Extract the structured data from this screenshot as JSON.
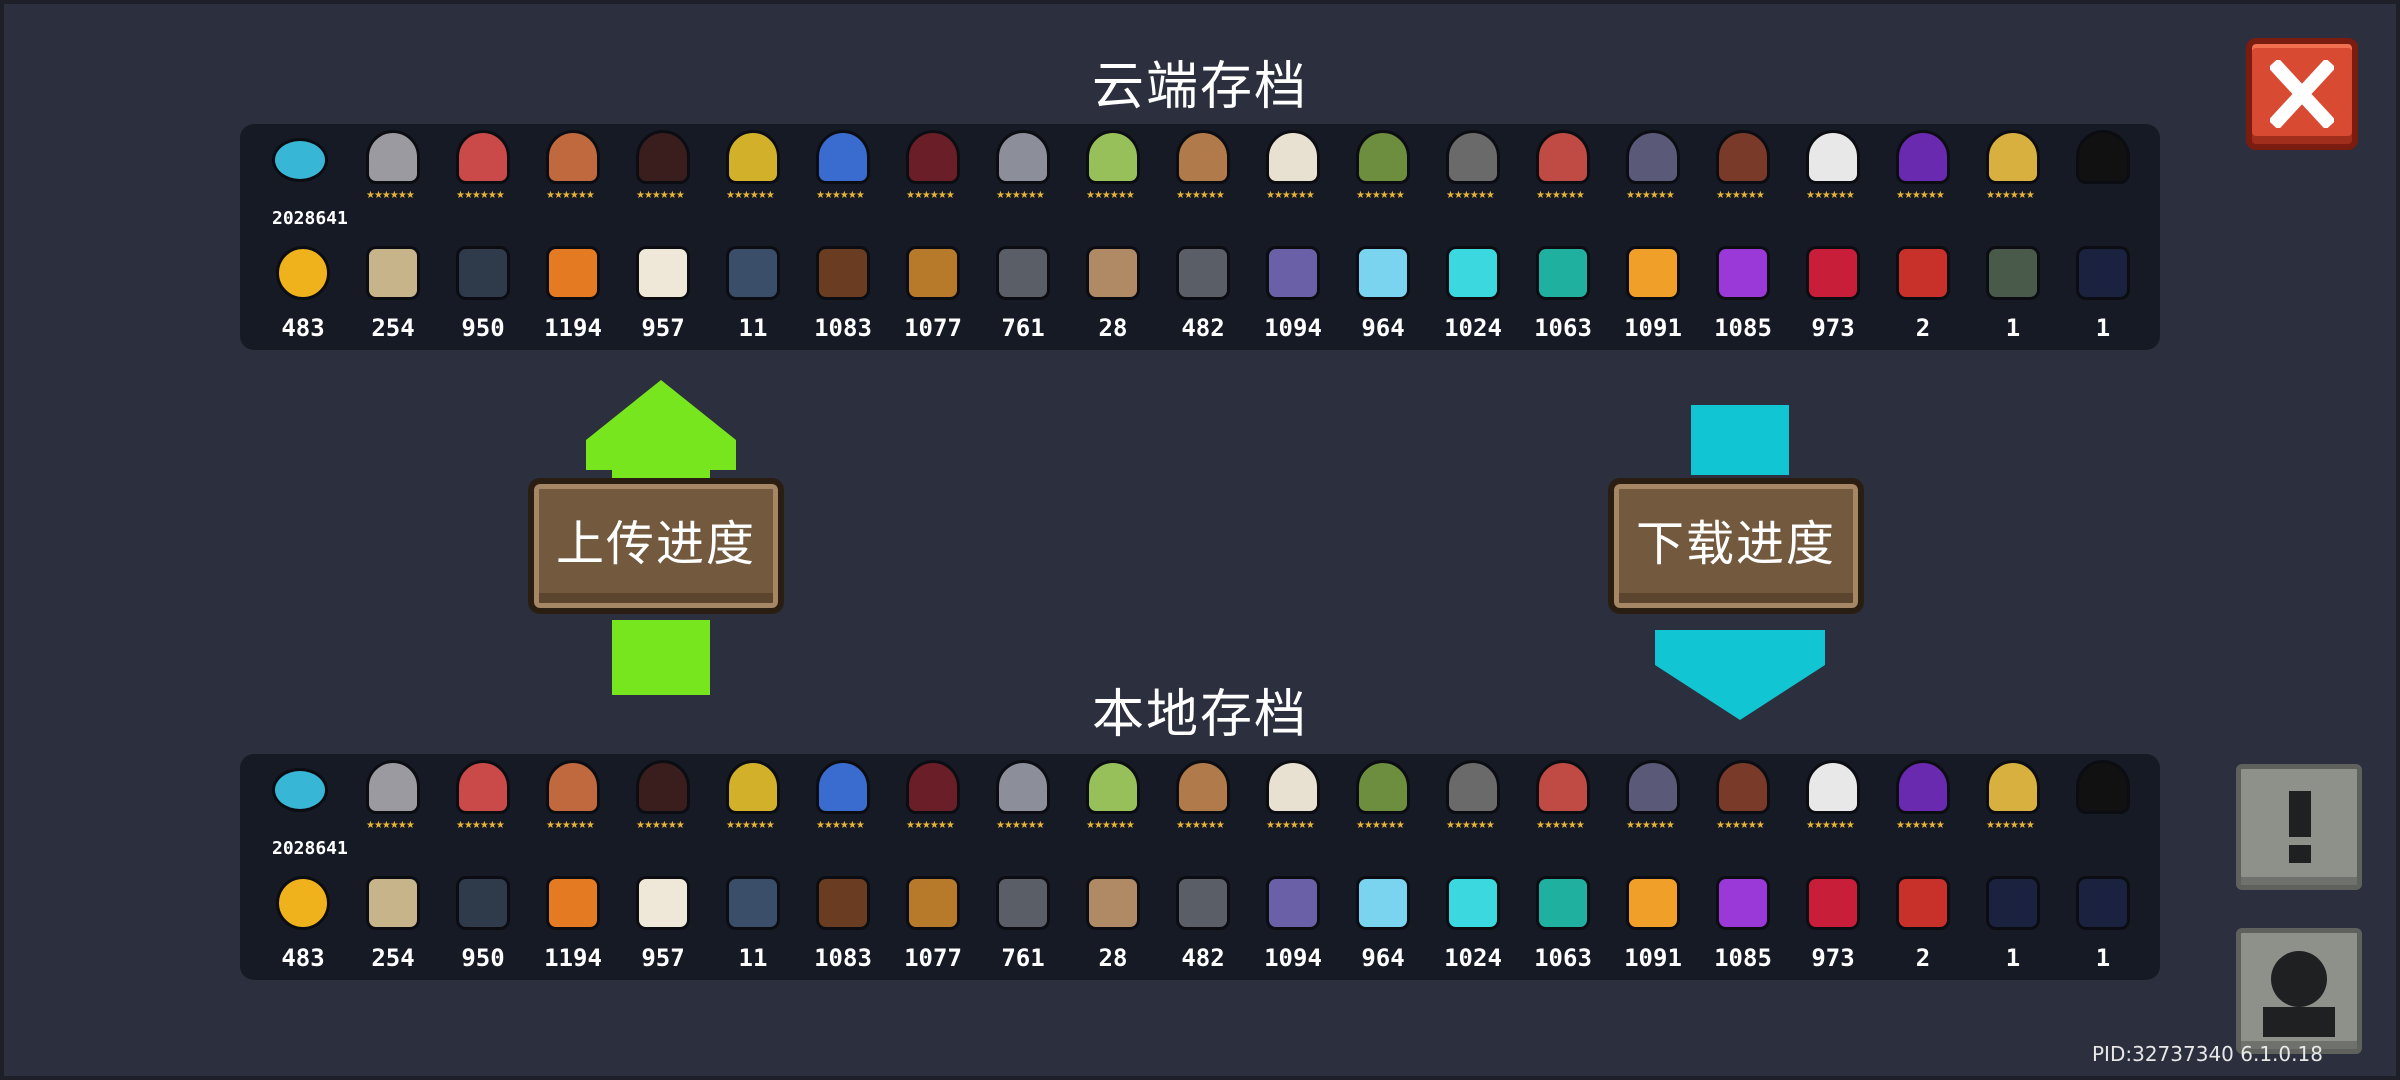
{
  "headers": {
    "cloud_title": "云端存档",
    "local_title": "本地存档"
  },
  "buttons": {
    "upload_label": "上传进度",
    "download_label": "下载进度"
  },
  "footer": {
    "pid_text": "PID:32737340 6.1.0.18"
  },
  "colors": {
    "upload_arrow": "#78e61e",
    "download_arrow": "#11c5d2",
    "close_button": "#d84a32"
  },
  "cloud_save": {
    "gem_count": "2028641",
    "characters": [
      "knight",
      "rogue",
      "elf",
      "assassin",
      "engineer",
      "alchemist",
      "vampire",
      "paladin",
      "druid",
      "werewolf",
      "priest",
      "berserker",
      "robot",
      "taoist",
      "demonmaster",
      "officer",
      "swordmaster",
      "wizard",
      "airbender",
      "locked"
    ],
    "materials": [
      {
        "icon": "gold-coin-icon",
        "amount": "483"
      },
      {
        "icon": "fabric-icon",
        "amount": "254"
      },
      {
        "icon": "battery-icon",
        "amount": "950"
      },
      {
        "icon": "ore-icon",
        "amount": "1194"
      },
      {
        "icon": "cotton-icon",
        "amount": "957"
      },
      {
        "icon": "fish-icon",
        "amount": "11"
      },
      {
        "icon": "wood-icon",
        "amount": "1083"
      },
      {
        "icon": "horn-icon",
        "amount": "1077"
      },
      {
        "icon": "gear-icon",
        "amount": "761"
      },
      {
        "icon": "blueprint-icon",
        "amount": "28"
      },
      {
        "icon": "stone-icon",
        "amount": "482"
      },
      {
        "icon": "dark-crystal-icon",
        "amount": "1094"
      },
      {
        "icon": "ice-crystal-icon",
        "amount": "964"
      },
      {
        "icon": "cyan-crystal-icon",
        "amount": "1024"
      },
      {
        "icon": "green-crystal-icon",
        "amount": "1063"
      },
      {
        "icon": "orange-crystal-icon",
        "amount": "1091"
      },
      {
        "icon": "purple-crystal-icon",
        "amount": "1085"
      },
      {
        "icon": "red-crystal-icon",
        "amount": "973"
      },
      {
        "icon": "red-box-icon",
        "amount": "2"
      },
      {
        "icon": "robot-head-icon",
        "amount": "1"
      },
      {
        "icon": "diamond-tile-icon",
        "amount": "1"
      }
    ]
  },
  "local_save": {
    "gem_count": "2028641",
    "characters": [
      "knight",
      "rogue",
      "elf",
      "assassin",
      "engineer",
      "alchemist",
      "vampire",
      "paladin",
      "druid",
      "werewolf",
      "priest",
      "berserker",
      "robot",
      "taoist",
      "demonmaster",
      "officer",
      "swordmaster",
      "wizard",
      "airbender",
      "locked"
    ],
    "materials": [
      {
        "icon": "gold-coin-icon",
        "amount": "483"
      },
      {
        "icon": "fabric-icon",
        "amount": "254"
      },
      {
        "icon": "battery-icon",
        "amount": "950"
      },
      {
        "icon": "ore-icon",
        "amount": "1194"
      },
      {
        "icon": "cotton-icon",
        "amount": "957"
      },
      {
        "icon": "fish-icon",
        "amount": "11"
      },
      {
        "icon": "wood-icon",
        "amount": "1083"
      },
      {
        "icon": "horn-icon",
        "amount": "1077"
      },
      {
        "icon": "gear-icon",
        "amount": "761"
      },
      {
        "icon": "blueprint-icon",
        "amount": "28"
      },
      {
        "icon": "stone-icon",
        "amount": "482"
      },
      {
        "icon": "dark-crystal-icon",
        "amount": "1094"
      },
      {
        "icon": "ice-crystal-icon",
        "amount": "964"
      },
      {
        "icon": "cyan-crystal-icon",
        "amount": "1024"
      },
      {
        "icon": "green-crystal-icon",
        "amount": "1063"
      },
      {
        "icon": "orange-crystal-icon",
        "amount": "1091"
      },
      {
        "icon": "purple-crystal-icon",
        "amount": "1085"
      },
      {
        "icon": "red-crystal-icon",
        "amount": "973"
      },
      {
        "icon": "red-box-icon",
        "amount": "2"
      },
      {
        "icon": "diamond-tile-icon",
        "amount": "1"
      },
      {
        "icon": "diamond-tile-icon",
        "amount": "1"
      }
    ]
  }
}
